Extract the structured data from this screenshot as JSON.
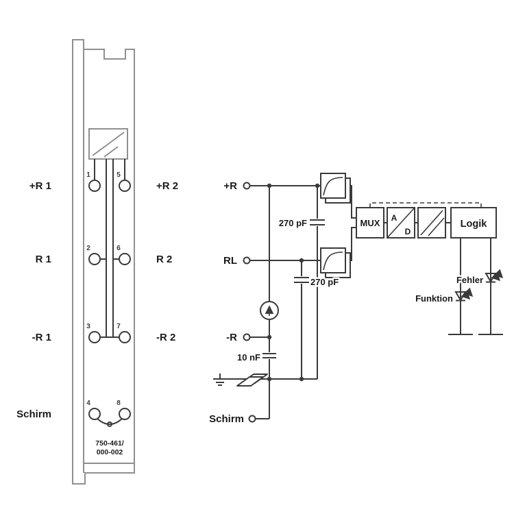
{
  "diagram": {
    "module": {
      "part_number": [
        "750-461/",
        "000-002"
      ],
      "left_labels": [
        "+R 1",
        "R 1",
        "-R 1",
        "Schirm"
      ],
      "right_labels": [
        "+R 2",
        "R 2",
        "-R 2"
      ],
      "terminal_numbers_left": [
        "1",
        "2",
        "3",
        "4"
      ],
      "terminal_numbers_right": [
        "5",
        "6",
        "7",
        "8"
      ]
    },
    "schematic": {
      "input_labels": [
        "+R",
        "RL",
        "-R",
        "Schirm"
      ],
      "capacitor_labels": [
        "270 pF",
        "270 pF",
        "10 nF"
      ],
      "blocks": {
        "mux": "MUX",
        "adc_a": "A",
        "adc_d": "D",
        "logic": "Logik"
      },
      "led_labels": {
        "funktion": "Funktion",
        "fehler": "Fehler"
      }
    },
    "colors": {
      "schematic_line": "#3a3a3a",
      "module_outline": "#8f8f8f",
      "text": "#1a1a1a",
      "background": "#ffffff"
    }
  }
}
